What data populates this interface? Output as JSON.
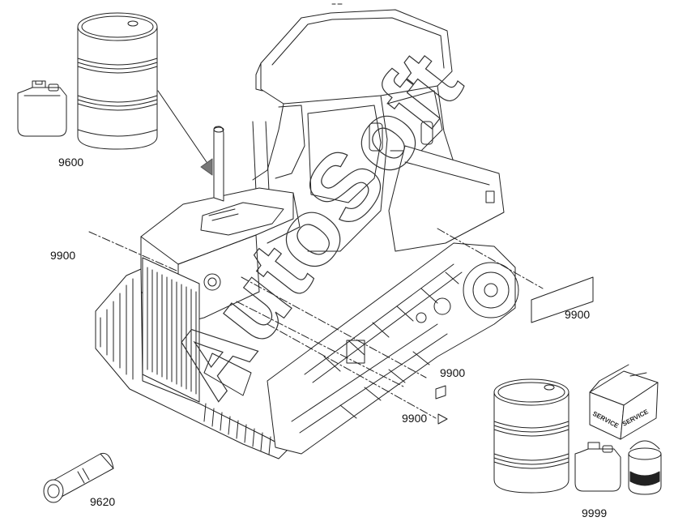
{
  "labels": {
    "p9600": "9600",
    "p9900_left": "9900",
    "p9900_right": "9900",
    "p9900_center": "9900",
    "p9900_bottom": "9900",
    "p9620": "9620",
    "p9999": "9999"
  },
  "box_text": {
    "side_a": "SERVICE",
    "side_b": "SERVICE"
  },
  "watermark": "AutoSoft",
  "colors": {
    "line": "#222222",
    "watermark_stroke": "#333333"
  },
  "icons": [
    "jerrycan-icon",
    "oil-drum-icon",
    "service-box-icon",
    "paint-can-icon",
    "rolled-sheet-icon",
    "arrow-triangle-icon"
  ]
}
